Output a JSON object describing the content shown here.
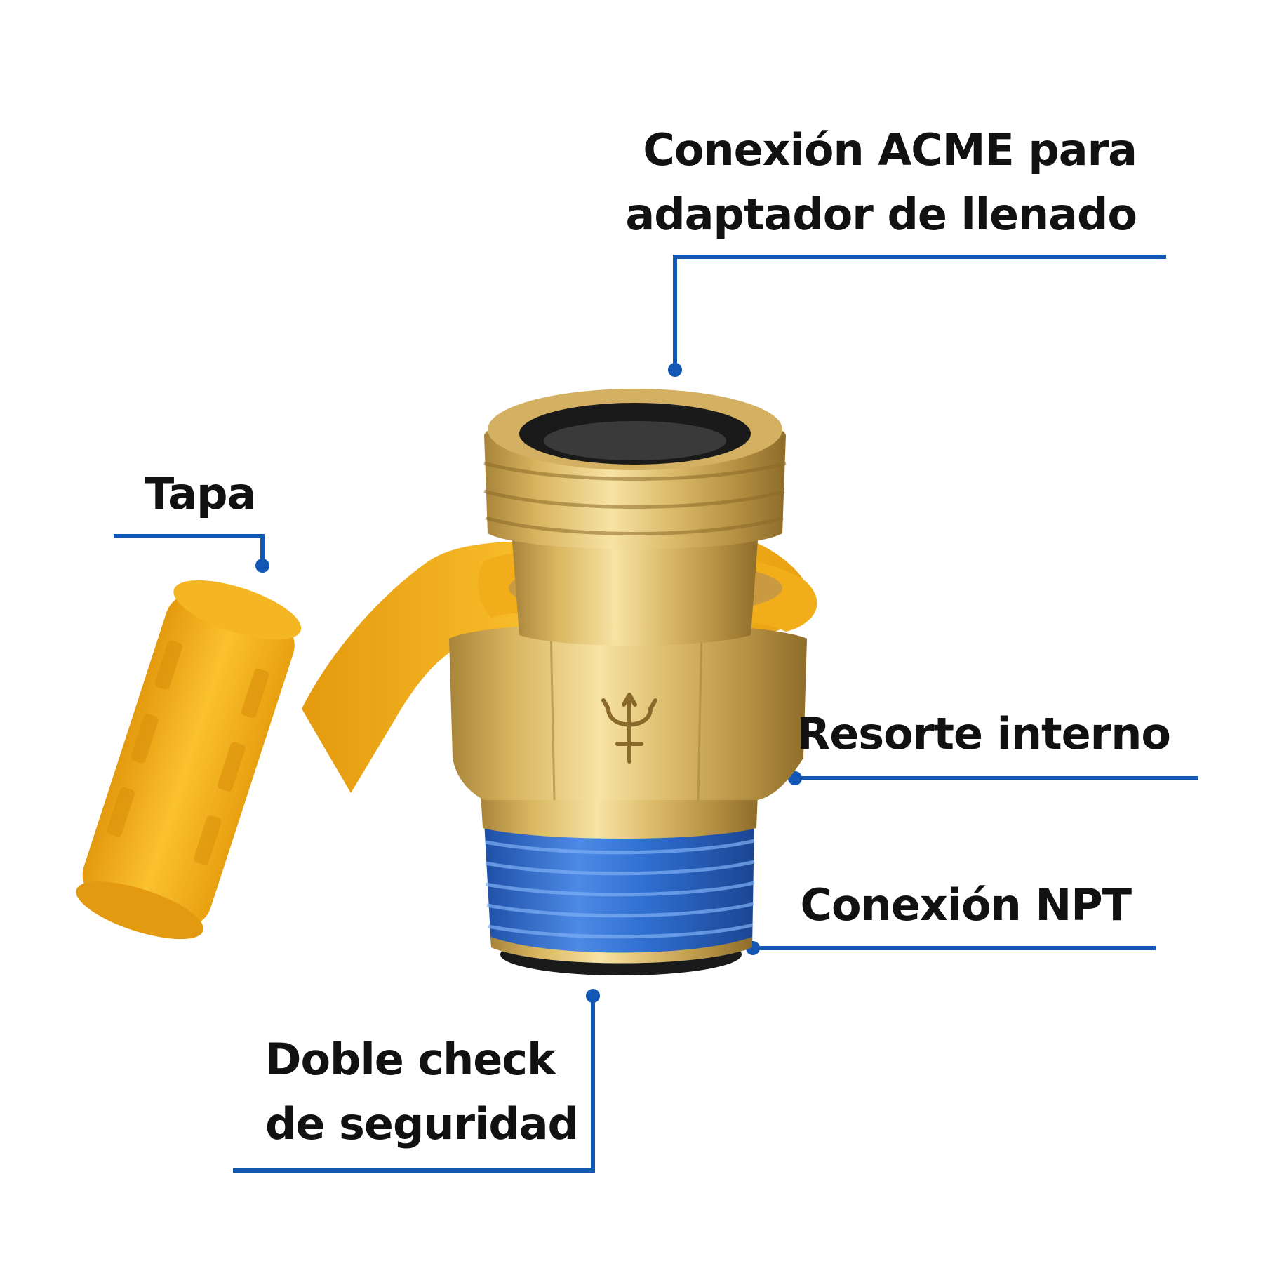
{
  "callouts": {
    "acme": {
      "lines": [
        "Conexión ACME para",
        "adaptador de llenado"
      ]
    },
    "tapa": {
      "lines": [
        "Tapa"
      ]
    },
    "resorte": {
      "lines": [
        "Resorte interno"
      ]
    },
    "npt": {
      "lines": [
        "Conexión NPT"
      ]
    },
    "doble_check": {
      "lines": [
        "Doble check",
        "de seguridad"
      ]
    }
  },
  "colors": {
    "leader_line": "#1257b4",
    "brass": "#d8b25a",
    "cap_yellow": "#f6b21c",
    "thread_blue": "#2f6fd0"
  },
  "icons": [
    "trident-logo-icon"
  ]
}
